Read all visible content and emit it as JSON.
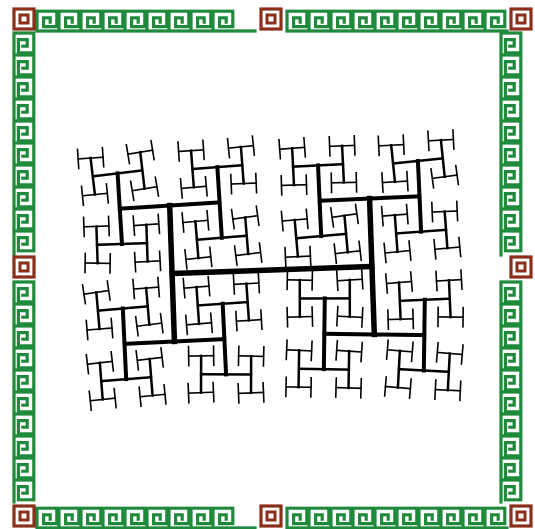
{
  "colors": {
    "background": "#ffffff",
    "meander": "#1f8a3c",
    "corner_ornament": "#8b2e1a",
    "tree": "#000000"
  },
  "border": {
    "pattern": "greek-key-meander",
    "ornament": "concentric-square"
  },
  "figure": {
    "type": "h-tree-fractal",
    "depth": 4
  }
}
